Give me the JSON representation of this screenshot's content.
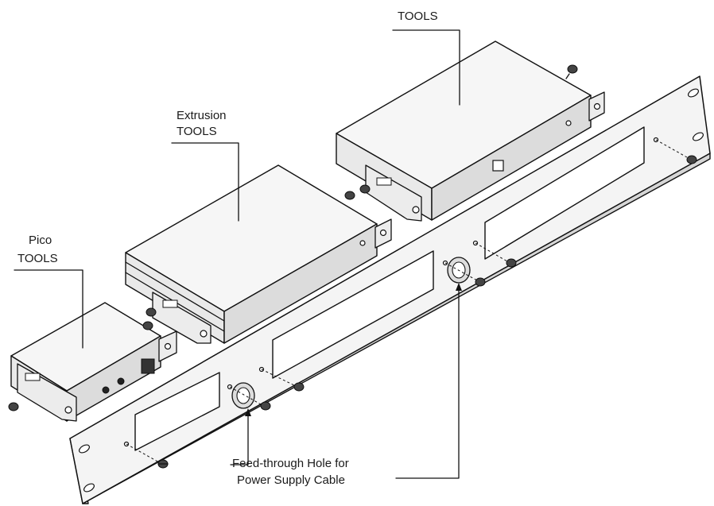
{
  "labels": {
    "tools_top": "TOOLS",
    "extrusion_line1": "Extrusion",
    "extrusion_line2": "TOOLS",
    "pico_line1": "Pico",
    "pico_line2": "TOOLS",
    "feed_line1": "Feed-through Hole for",
    "feed_line2": "Power Supply Cable"
  }
}
